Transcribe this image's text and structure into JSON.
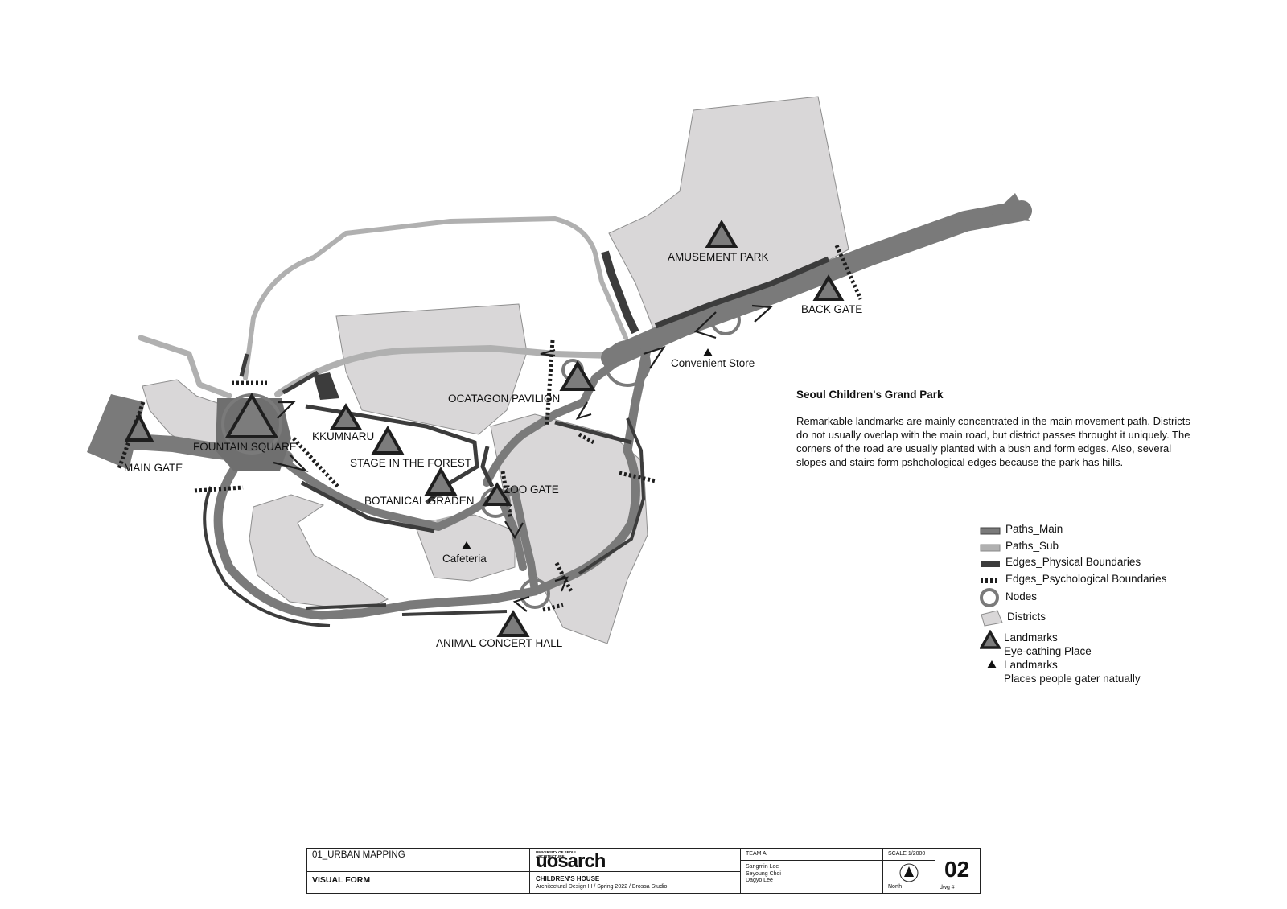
{
  "map": {
    "labels": {
      "main_gate": "MAIN GATE",
      "fountain_square": "FOUNTAIN SQUARE",
      "kkumnaru": "KKUMNARU",
      "stage_forest": "STAGE IN THE FOREST",
      "botanical_garden": "BOTANICAL GRADEN",
      "zoo_gate": "ZOO GATE",
      "cafeteria": "Cafeteria",
      "octagon_pavilion": "OCATAGON PAVILION",
      "animal_concert_hall": "ANIMAL CONCERT HALL",
      "amusement_park": "AMUSEMENT PARK",
      "back_gate": "BACK GATE",
      "convenient_store": "Convenient Store"
    }
  },
  "description": {
    "title": "Seoul Children's Grand Park",
    "body": " Remarkable landmarks are mainly concentrated in the main movement path. Districts do not usually overlap with the main road, but district passes throught it uniquely. The corners of the road are usually planted with a bush and form edges. Also, several slopes and stairs form pshchological edges because the park has hills."
  },
  "legend": {
    "paths_main": "Paths_Main",
    "paths_sub": "Paths_Sub",
    "edges_physical": "Edges_Physical Boundaries",
    "edges_psych": "Edges_Psychological Boundaries",
    "nodes": "Nodes",
    "districts": "Districts",
    "landmark1_title": "Landmarks",
    "landmark1_sub": "Eye-cathing Place",
    "landmark2_title": "Landmarks",
    "landmark2_sub": "Places people gater natually"
  },
  "title_block": {
    "section": "01_URBAN MAPPING",
    "sheet_title": "VISUAL FORM",
    "univ_small_1": "UNIVERSITY OF SEOUL",
    "univ_small_2": "ARCHITECTURE",
    "logo": "uosarch",
    "project": "CHILDREN'S HOUSE",
    "course": "Architectural Design III / Spring 2022 / Brossa Studio",
    "team": "TEAM A",
    "member1": "Sangmin Lee",
    "member2": "Seyoung Choi",
    "member3": "Dagyo Lee",
    "scale": "SCALE 1/2000",
    "north": "North",
    "dwg_label": "dwg #",
    "dwg_number": "02"
  },
  "colors": {
    "district": "#d9d7d8",
    "path_main": "#7a7a7a",
    "path_sub": "#b0b0b0",
    "edge": "#3c3c3c",
    "node": "#7a7a7a",
    "landmark_fill": "#7c7c7c"
  }
}
